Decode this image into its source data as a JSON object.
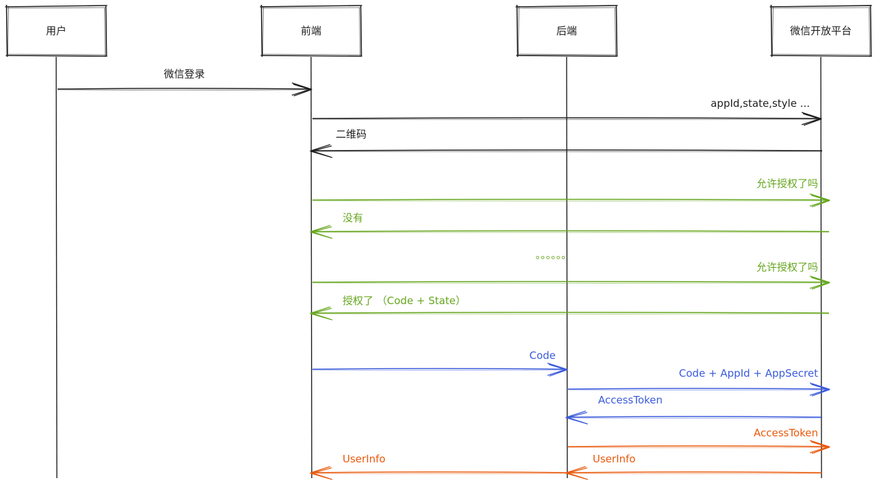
{
  "colors": {
    "black": "#1e1e1e",
    "green": "#66a61e",
    "blue": "#3b5bdb",
    "orange": "#e8590c"
  },
  "actors": [
    {
      "id": "user",
      "label": "用户"
    },
    {
      "id": "frontend",
      "label": "前端"
    },
    {
      "id": "backend",
      "label": "后端"
    },
    {
      "id": "wechat",
      "label": "微信开放平台"
    }
  ],
  "messages": [
    {
      "from": "user",
      "to": "frontend",
      "label": "微信登录",
      "color": "black"
    },
    {
      "from": "frontend",
      "to": "wechat",
      "label": "appId,state,style ...",
      "color": "black"
    },
    {
      "from": "wechat",
      "to": "frontend",
      "label": "二维码",
      "color": "black"
    },
    {
      "from": "frontend",
      "to": "wechat",
      "label": "允许授权了吗",
      "color": "green"
    },
    {
      "from": "wechat",
      "to": "frontend",
      "label": "没有",
      "color": "green"
    },
    {
      "from": "frontend",
      "to": "wechat",
      "label": "允许授权了吗",
      "color": "green"
    },
    {
      "from": "wechat",
      "to": "frontend",
      "label": "授权了 （Code + State）",
      "color": "green"
    },
    {
      "from": "frontend",
      "to": "backend",
      "label": "Code",
      "color": "blue"
    },
    {
      "from": "backend",
      "to": "wechat",
      "label": "Code + AppId + AppSecret",
      "color": "blue"
    },
    {
      "from": "wechat",
      "to": "backend",
      "label": "AccessToken",
      "color": "blue"
    },
    {
      "from": "backend",
      "to": "wechat",
      "label": "AccessToken",
      "color": "orange"
    },
    {
      "from": "wechat",
      "to": "backend",
      "label": "UserInfo",
      "color": "orange"
    },
    {
      "from": "backend",
      "to": "frontend",
      "label": "UserInfo",
      "color": "orange"
    }
  ],
  "ellipsis": {
    "text": "。。。。。。",
    "color": "green"
  }
}
